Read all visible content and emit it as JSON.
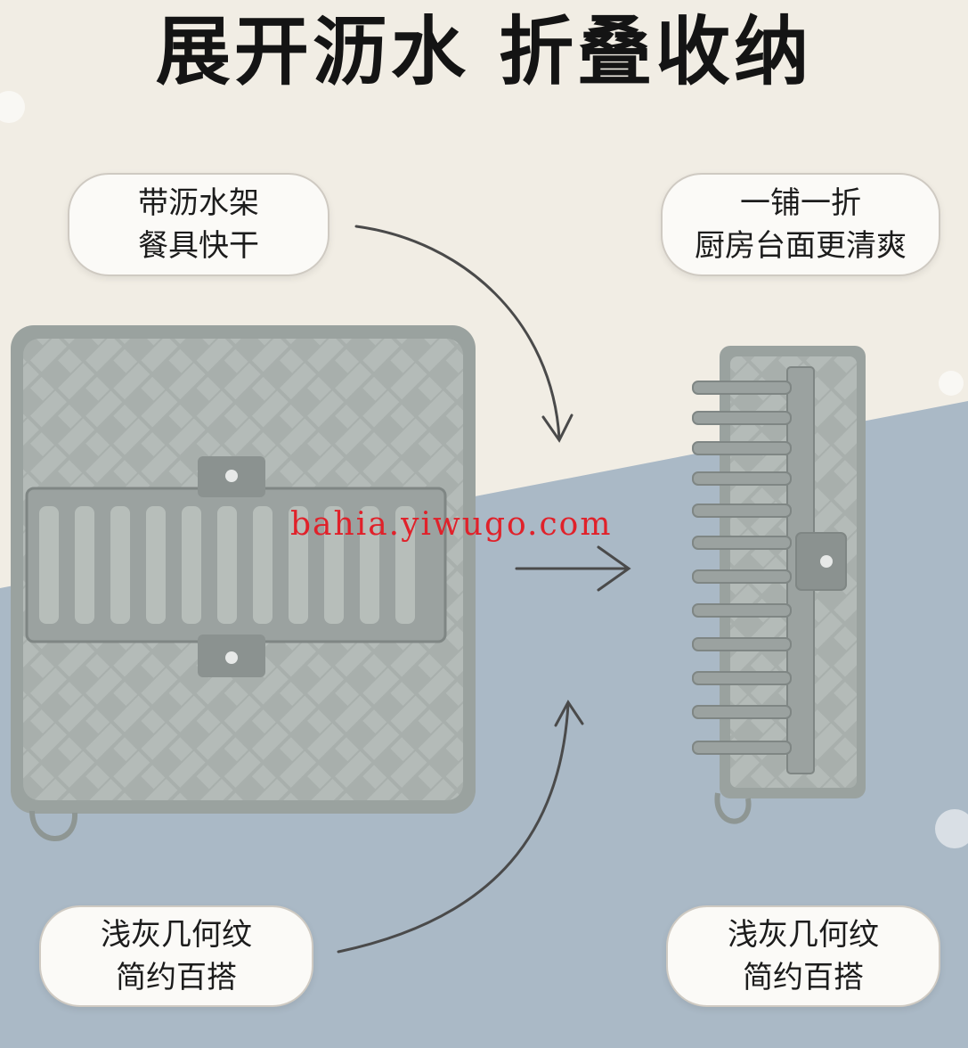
{
  "headline": "展开沥水 折叠收纳",
  "callouts": {
    "top_left": {
      "line1": "带沥水架",
      "line2": "餐具快干"
    },
    "top_right": {
      "line1": "一铺一折",
      "line2": "厨房台面更清爽"
    },
    "bottom_left": {
      "line1": "浅灰几何纹",
      "line2": "简约百搭"
    },
    "bottom_right": {
      "line1": "浅灰几何纹",
      "line2": "简约百搭"
    }
  },
  "watermark": "bahia.yiwugo.com",
  "colors": {
    "background_top": "#f1ede4",
    "background_bottom": "#aab9c6",
    "mat": "#a9b0ad",
    "rack": "#9aa09e"
  },
  "icons": [
    "curved-arrow-icon",
    "right-arrow-icon",
    "snap-button-icon"
  ]
}
